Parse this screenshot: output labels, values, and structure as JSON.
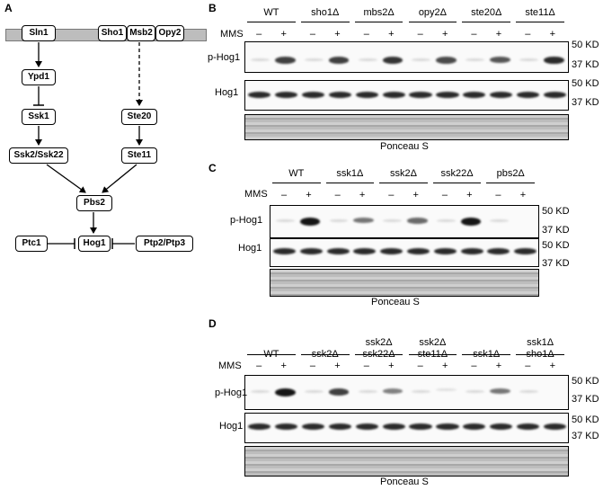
{
  "panels": {
    "A": "A",
    "B": "B",
    "C": "C",
    "D": "D"
  },
  "pathway": {
    "sln1": "Sln1",
    "sho1": "Sho1",
    "msb2": "Msb2",
    "opy2": "Opy2",
    "ypd1": "Ypd1",
    "ssk1": "Ssk1",
    "ssk2_ssk22": "Ssk2/Ssk22",
    "ste20": "Ste20",
    "ste11": "Ste11",
    "pbs2": "Pbs2",
    "ptc1": "Ptc1",
    "hog1": "Hog1",
    "ptp2_ptp3": "Ptp2/Ptp3"
  },
  "blot_labels": {
    "mms": "MMS",
    "phog1": "p-Hog1",
    "hog1": "Hog1",
    "ponceau": "Ponceau S",
    "kd50": "50 KD",
    "kd37": "37 KD",
    "minus": "–",
    "plus": "+"
  },
  "panel_b": {
    "groups": [
      "WT",
      "sho1Δ",
      "mbs2Δ",
      "opy2Δ",
      "ste20Δ",
      "ste11Δ"
    ],
    "phog1_plus_intensity": [
      0.8,
      0.8,
      0.85,
      0.75,
      0.7,
      0.9
    ]
  },
  "panel_c": {
    "groups": [
      "WT",
      "ssk1Δ",
      "ssk2Δ",
      "ssk22Δ",
      "pbs2Δ"
    ],
    "phog1_plus_intensity": [
      1.0,
      0.55,
      0.6,
      1.0,
      0.0
    ]
  },
  "panel_d": {
    "groups": [
      "WT",
      "ssk2Δ",
      "ssk2Δ\nssk22Δ",
      "ssk2Δ\nste11Δ",
      "ssk1Δ",
      "ssk1Δ\nsho1Δ"
    ],
    "phog1_plus_intensity": [
      1.0,
      0.8,
      0.5,
      0.05,
      0.55,
      0.0
    ]
  }
}
